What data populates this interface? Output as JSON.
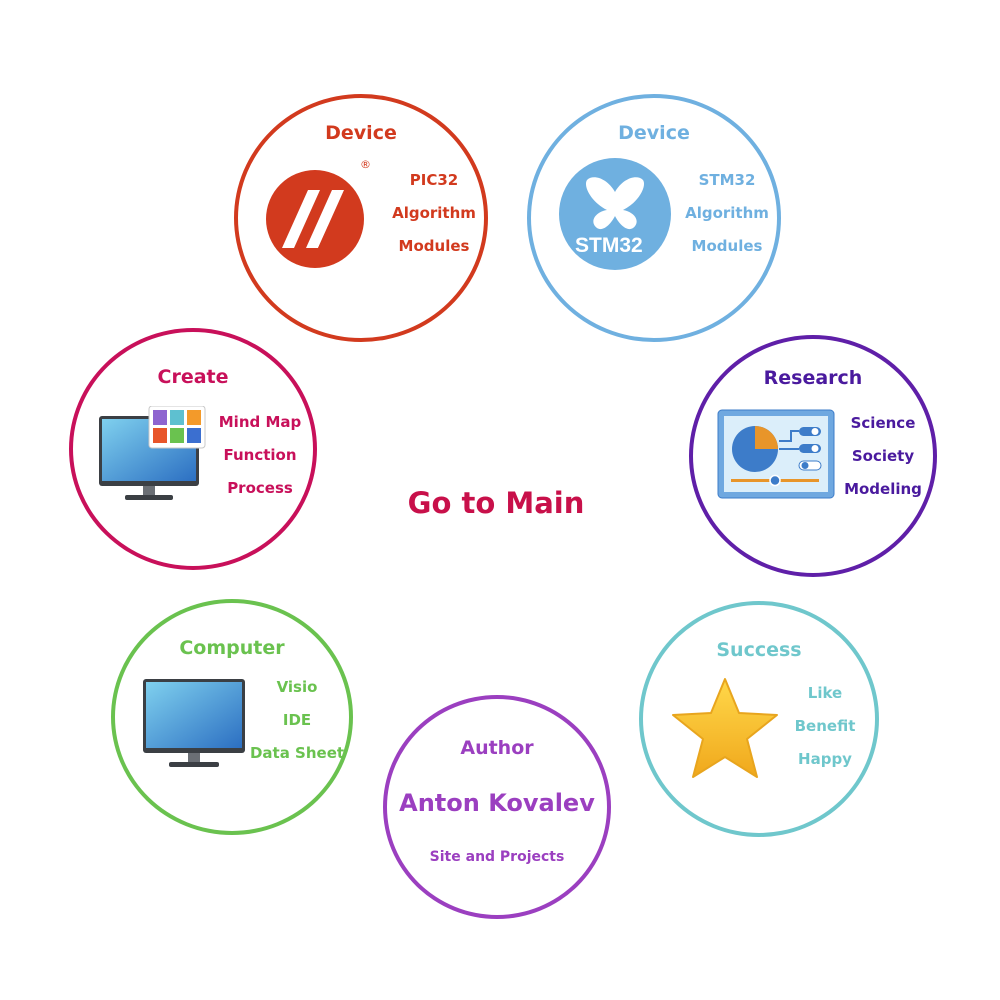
{
  "main_link": {
    "label": "Go to Main",
    "color": "#c8104a"
  },
  "nodes": {
    "pic32": {
      "title": "Device",
      "items": [
        "PIC32",
        "Algorithm",
        "Modules"
      ],
      "color": "#d23a1e",
      "icon": "microchip-logo-icon",
      "registered_mark": "®"
    },
    "stm32": {
      "title": "Device",
      "items": [
        "STM32",
        "Algorithm",
        "Modules"
      ],
      "color": "#6fb0e0",
      "icon": "stm32-butterfly-logo-icon",
      "logo_text": "STM32"
    },
    "create": {
      "title": "Create",
      "items": [
        "Mind Map",
        "Function",
        "Process"
      ],
      "color": "#c8105a",
      "icon": "monitor-with-tiles-icon"
    },
    "research": {
      "title": "Research",
      "items": [
        "Science",
        "Society",
        "Modeling"
      ],
      "color": "#4a1a9e",
      "icon": "dashboard-pie-chart-icon"
    },
    "computer": {
      "title": "Computer",
      "items": [
        "Visio",
        "IDE",
        "Data Sheet"
      ],
      "color": "#6ac24f",
      "icon": "desktop-monitor-icon"
    },
    "success": {
      "title": "Success",
      "items": [
        "Like",
        "Benefit",
        "Happy"
      ],
      "color": "#6fc7cc",
      "icon": "star-icon"
    },
    "author": {
      "title": "Author",
      "name": "Anton Kovalev",
      "link": "Site and Projects",
      "color": "#9b3fc0"
    }
  }
}
